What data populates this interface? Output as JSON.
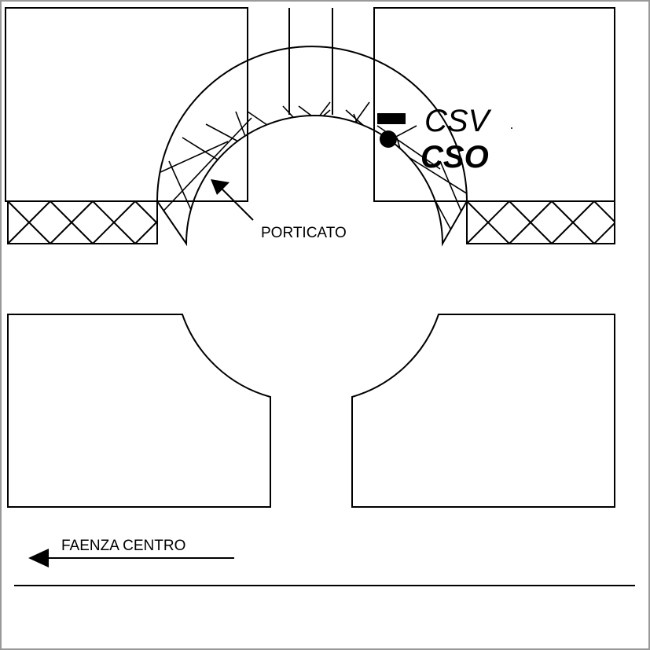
{
  "labels": {
    "csv": "CSV",
    "cso": "CSO",
    "porticato": "PORTICATO",
    "faenza": "FAENZA CENTRO"
  },
  "colors": {
    "ink": "#000000",
    "paper": "#ffffff",
    "frame": "#999999"
  }
}
